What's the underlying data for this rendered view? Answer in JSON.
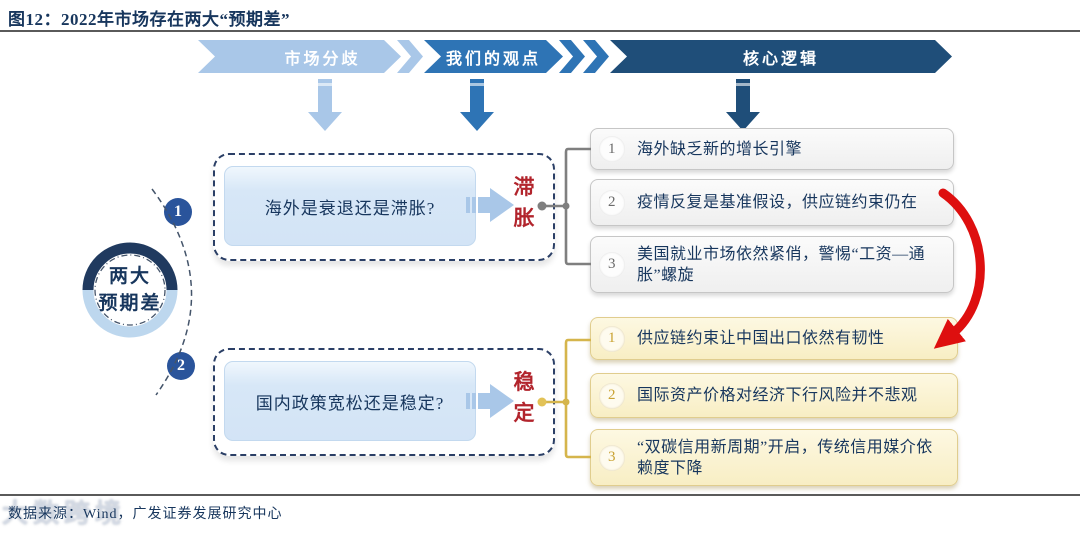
{
  "title": "图12：2022年市场存在两大“预期差”",
  "header": {
    "steps": [
      {
        "label": "市场分歧"
      },
      {
        "label": "我们的观点"
      },
      {
        "label": "核心逻辑"
      }
    ]
  },
  "hub": {
    "label_line1": "两大",
    "label_line2": "预期差",
    "badge1": "1",
    "badge2": "2"
  },
  "questions": [
    {
      "text": "海外是衰退还是滞胀?",
      "answer_char1": "滞",
      "answer_char2": "胀"
    },
    {
      "text": "国内政策宽松还是稳定?",
      "answer_char1": "稳",
      "answer_char2": "定"
    }
  ],
  "logic": {
    "overseas": [
      {
        "num": "1",
        "text": "海外缺乏新的增长引擎"
      },
      {
        "num": "2",
        "text": "疫情反复是基准假设，供应链约束仍在"
      },
      {
        "num": "3",
        "text": "美国就业市场依然紧俏，警惕“工资—通胀”螺旋"
      }
    ],
    "domestic": [
      {
        "num": "1",
        "text": "供应链约束让中国出口依然有韧性"
      },
      {
        "num": "2",
        "text": "国际资产价格对经济下行风险并不悲观"
      },
      {
        "num": "3",
        "text": "“双碳信用新周期”开启，传统信用媒介依赖度下降"
      }
    ]
  },
  "footer": {
    "source": "数据来源：Wind，广发证券发展研究中心",
    "watermark": "大数跨境"
  },
  "colors": {
    "navy": "#1F4E79",
    "medium_blue": "#2E74B5",
    "light_blue": "#A9C7E8",
    "title_navy": "#17365D",
    "red_text": "#B2242C",
    "red_arrow": "#DE0F0F",
    "gray_box": "#EFEFEF",
    "yellow_box": "#F8EEC4",
    "bracket_gray": "#7F7F7F",
    "bracket_gold": "#D5B54C"
  }
}
